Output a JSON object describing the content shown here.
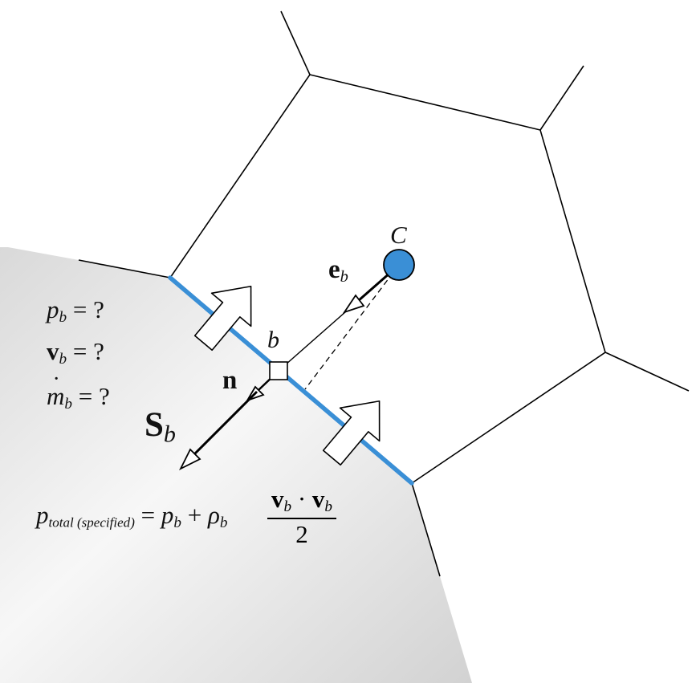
{
  "labels": {
    "centroid": "C",
    "face_point": "b",
    "normal": "n",
    "unit_vector": "e",
    "unit_vector_sub": "b",
    "surface_vector": "S",
    "surface_vector_sub": "b"
  },
  "unknowns": [
    {
      "symbol": "p",
      "sub": "b",
      "rhs": "= ?"
    },
    {
      "symbol": "v",
      "sub": "b",
      "rhs": "= ?"
    },
    {
      "symbol": "m",
      "accent": "˙",
      "sub": "b",
      "rhs": "= ?"
    }
  ],
  "equation": {
    "lhs_symbol": "p",
    "lhs_sub": "total (specified)",
    "equals": "=",
    "term1": "p",
    "term1_sub": "b",
    "plus": "+",
    "rho": "ρ",
    "rho_sub": "b",
    "num_v1": "v",
    "num_v1_sub": "b",
    "dot": "·",
    "num_v2": "v",
    "num_v2_sub": "b",
    "denominator": "2"
  },
  "colors": {
    "boundary": "#3a8fd6",
    "centroid_fill": "#3a8fd6",
    "line": "#000000",
    "shade": "#e4e4e4"
  }
}
